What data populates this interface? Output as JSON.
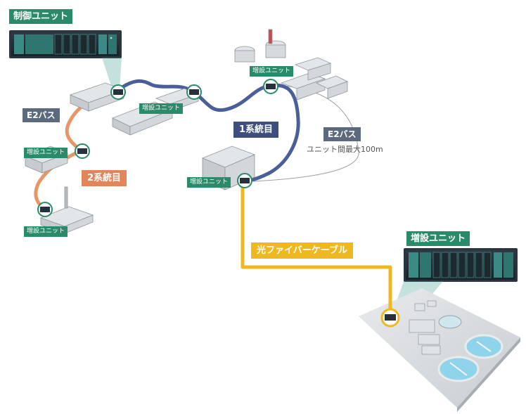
{
  "title_control_unit": "制御ユニット",
  "title_expansion_unit": "増設ユニット",
  "bus_label_left": "E2バス",
  "bus_label_right": "E2バス",
  "bus_distance_note": "ユニット間最大100m",
  "system1_label": "1系統目",
  "system2_label": "2系統目",
  "fiber_label": "光ファイバーケーブル",
  "expansion_tags": [
    "増設ユニット",
    "増設ユニット",
    "増設ユニット",
    "増設ユニット",
    "増設ユニット"
  ],
  "colors": {
    "system1": "#4a5e9a",
    "system2": "#e89666",
    "fiber": "#f0b820",
    "tag_green": "#2a8a6a",
    "bus_gray": "#5b6a7c"
  }
}
